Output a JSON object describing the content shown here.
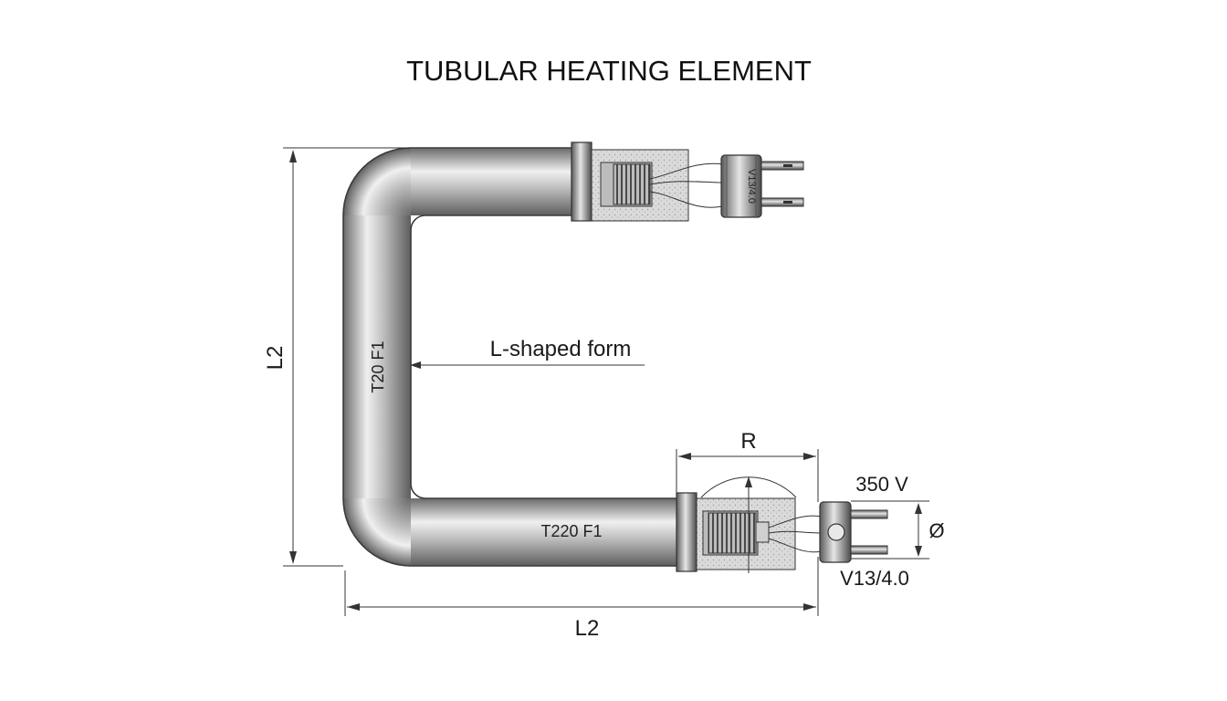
{
  "title": "TUBULAR HEATING ELEMENT",
  "labels": {
    "form_callout": "L-shaped form",
    "tube_marking_vertical": "T20 F1",
    "tube_marking_horizontal": "T220 F1",
    "top_connector_marking": "V13/4.0"
  },
  "dimensions": {
    "left_height": "L2",
    "bottom_length": "L2",
    "radius": "R",
    "voltage": "350 V",
    "diameter": "Ø",
    "terminal_spec": "V13/4.0"
  },
  "colors": {
    "tube_dark": "#6f6f6f",
    "tube_light": "#eeeeee",
    "insulation": "#dcdcdc",
    "line": "#333333"
  }
}
